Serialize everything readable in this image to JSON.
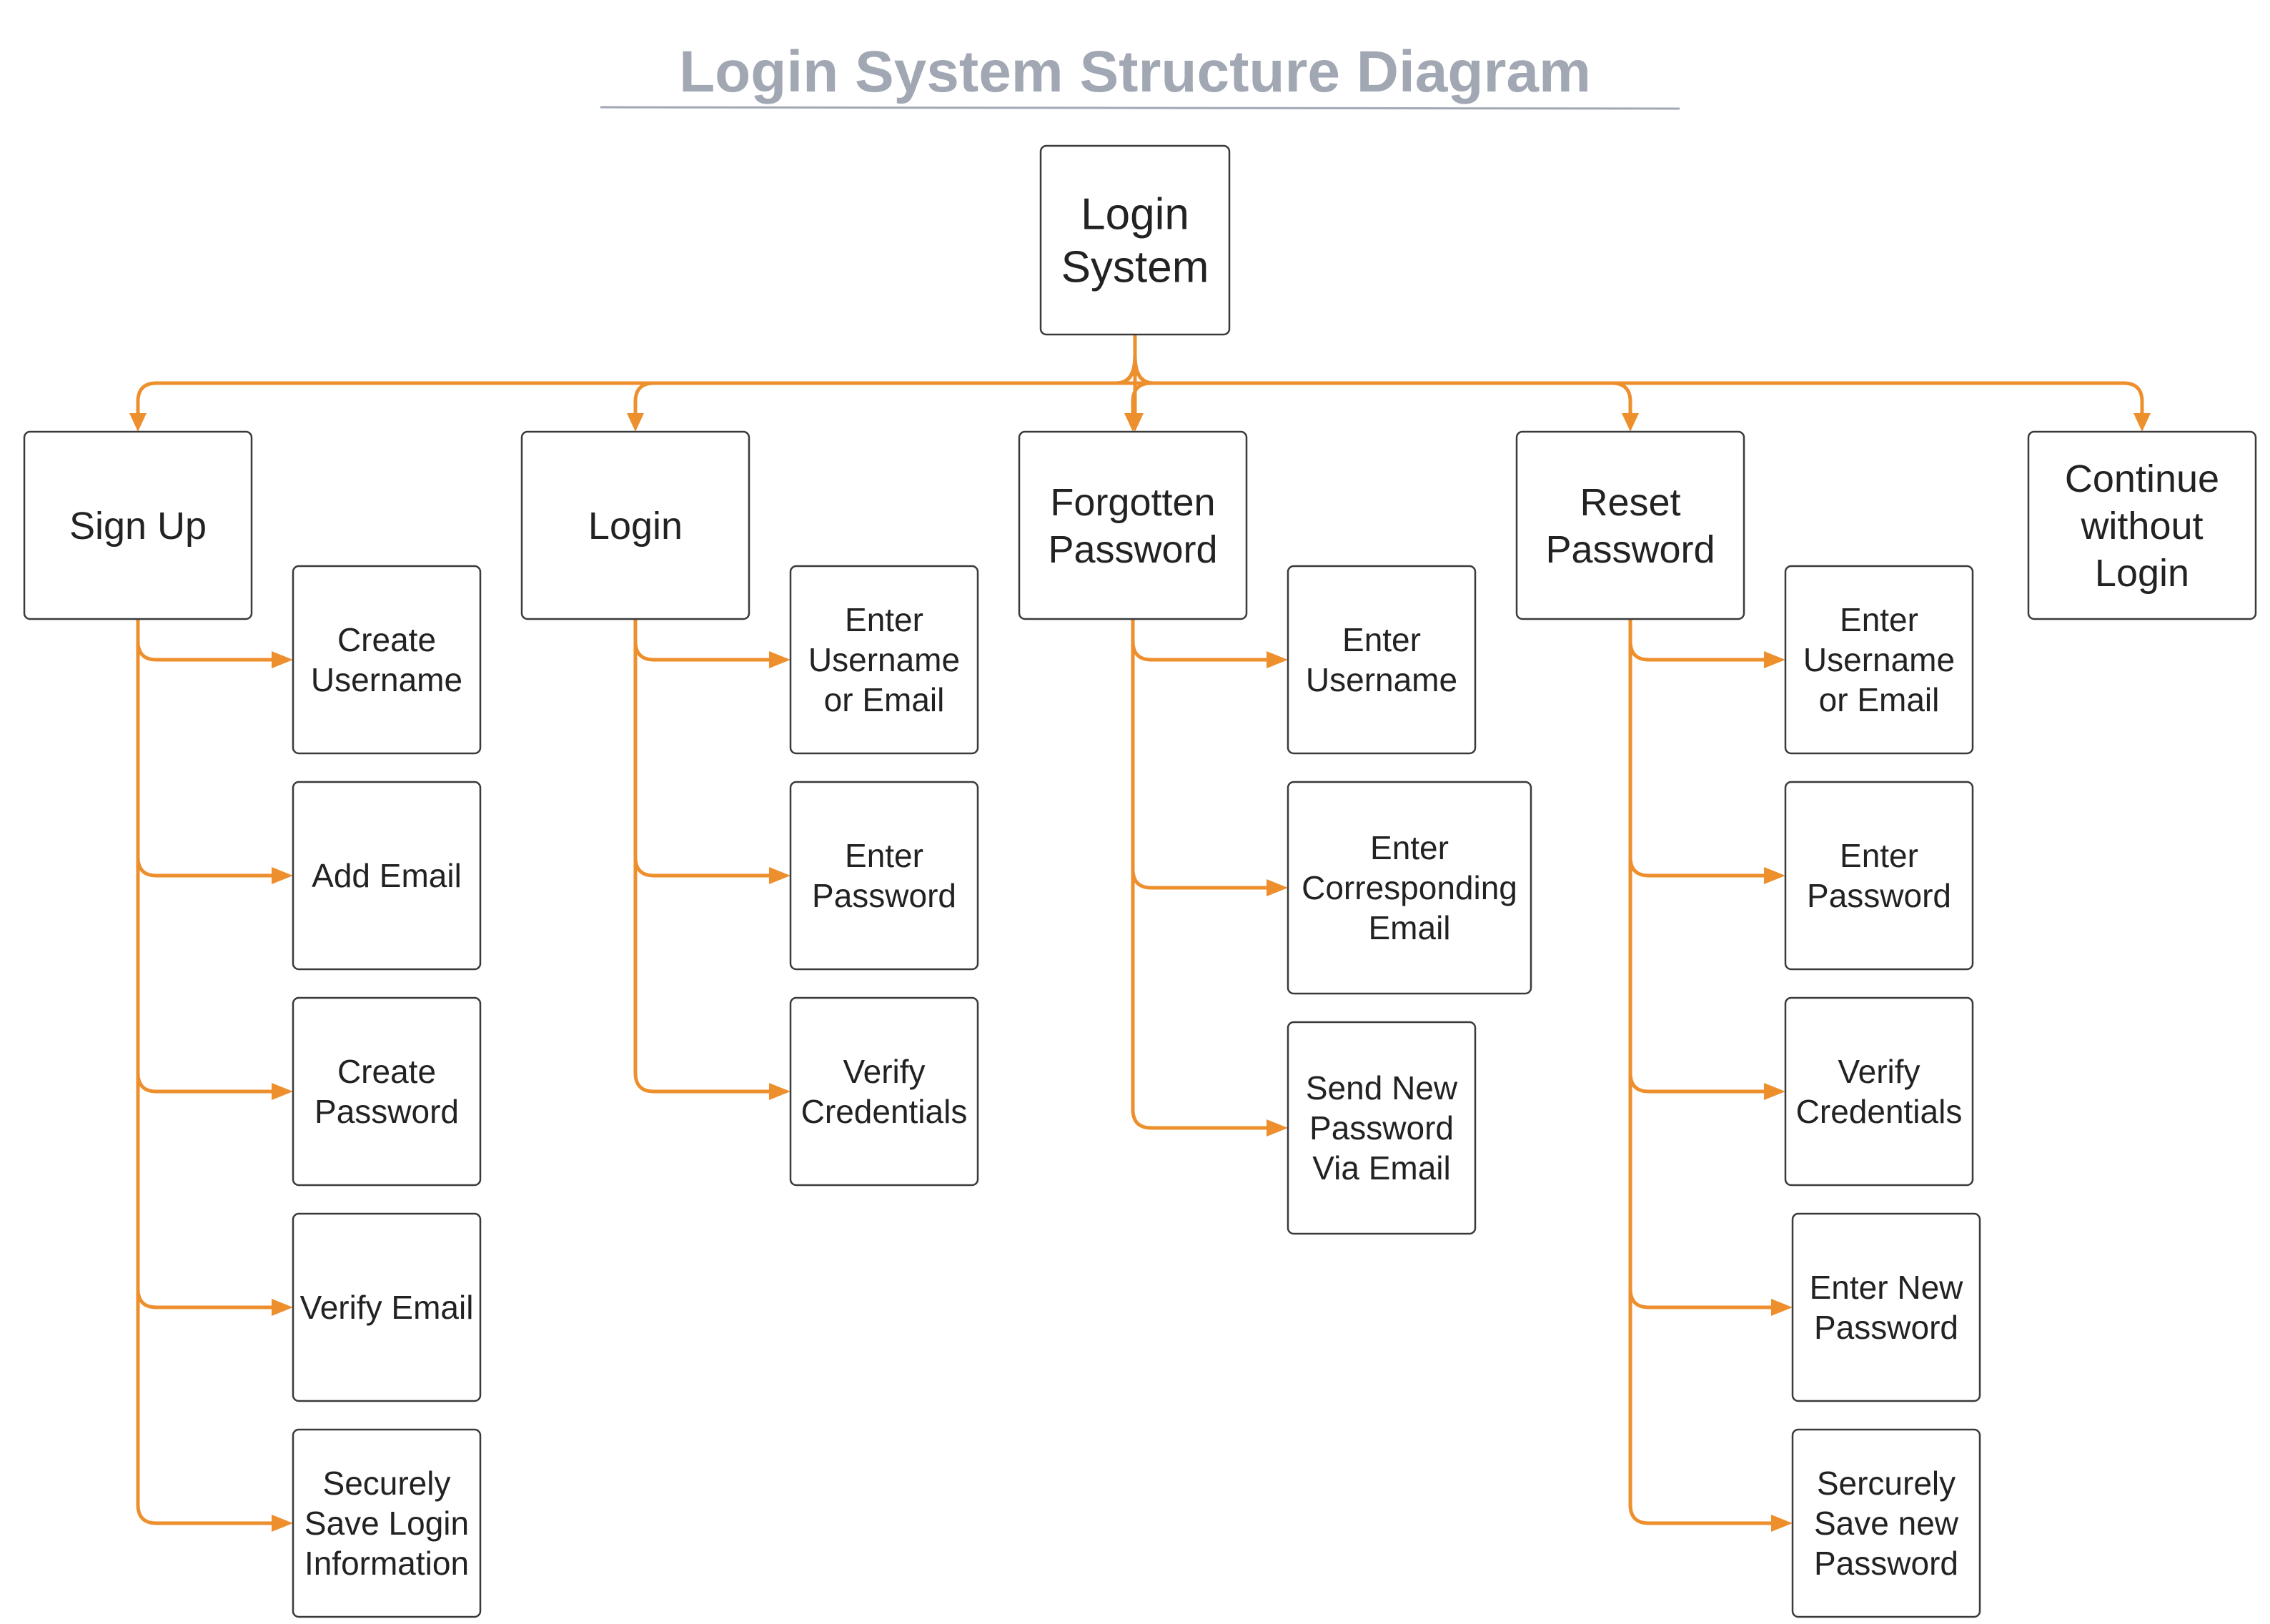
{
  "title": "Login System Structure Diagram",
  "colors": {
    "connector": "#ee8f2d",
    "title": "#a1a7b3",
    "box_border": "#3a3a3a",
    "text": "#222222"
  },
  "root": {
    "lines": [
      "Login",
      "System"
    ]
  },
  "branches": [
    {
      "id": "sign-up",
      "lines": [
        "Sign Up"
      ],
      "children": [
        {
          "lines": [
            "Create",
            "Username"
          ]
        },
        {
          "lines": [
            "Add Email"
          ]
        },
        {
          "lines": [
            "Create",
            "Password"
          ]
        },
        {
          "lines": [
            "Verify Email"
          ]
        },
        {
          "lines": [
            "Securely",
            "Save Login",
            "Information"
          ]
        }
      ]
    },
    {
      "id": "login",
      "lines": [
        "Login"
      ],
      "children": [
        {
          "lines": [
            "Enter",
            "Username",
            "or Email"
          ]
        },
        {
          "lines": [
            "Enter",
            "Password"
          ]
        },
        {
          "lines": [
            "Verify",
            "Credentials"
          ]
        }
      ]
    },
    {
      "id": "forgotten-password",
      "lines": [
        "Forgotten",
        "Password"
      ],
      "children": [
        {
          "lines": [
            "Enter",
            "Username"
          ]
        },
        {
          "lines": [
            "Enter",
            "Corresponding",
            "Email"
          ]
        },
        {
          "lines": [
            "Send New",
            "Password",
            "Via Email"
          ]
        }
      ]
    },
    {
      "id": "reset-password",
      "lines": [
        "Reset",
        "Password"
      ],
      "children": [
        {
          "lines": [
            "Enter",
            "Username",
            "or Email"
          ]
        },
        {
          "lines": [
            "Enter",
            "Password"
          ]
        },
        {
          "lines": [
            "Verify",
            "Credentials"
          ]
        },
        {
          "lines": [
            "Enter New",
            "Password"
          ]
        },
        {
          "lines": [
            "Sercurely",
            "Save new",
            "Password"
          ]
        }
      ]
    },
    {
      "id": "continue-without-login",
      "lines": [
        "Continue",
        "without",
        "Login"
      ],
      "children": []
    }
  ]
}
